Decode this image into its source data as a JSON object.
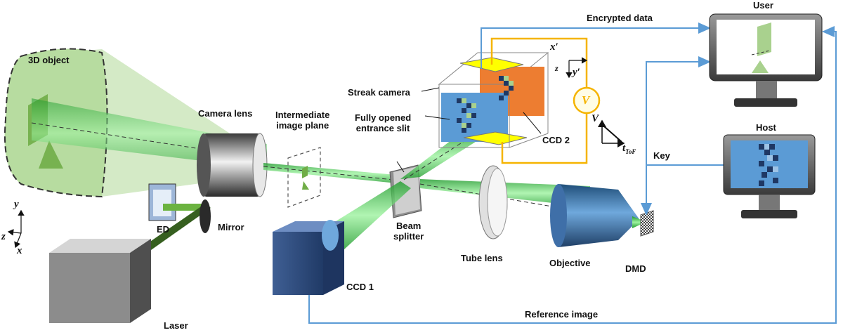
{
  "labels": {
    "object_3d": "3D object",
    "camera_lens": "Camera lens",
    "intermediate_plane": [
      "Intermediate",
      "image plane"
    ],
    "streak_camera": "Streak camera",
    "entrance_slit": [
      "Fully opened",
      "entrance slit"
    ],
    "ccd2": "CCD 2",
    "ccd1": "CCD 1",
    "beam_splitter": [
      "Beam",
      "splitter"
    ],
    "tube_lens": "Tube lens",
    "objective": "Objective",
    "dmd": "DMD",
    "mirror": "Mirror",
    "ed": "ED",
    "laser": "Laser",
    "user": "User",
    "host": "Host",
    "encrypted_data": "Encrypted data",
    "key": "Key",
    "reference_image": "Reference image"
  },
  "axes": {
    "y": "y",
    "z": "z",
    "x": "x",
    "x_prime": "x′",
    "y_prime": "y′",
    "z_small": "z",
    "v": "V",
    "t_tof": "t",
    "t_sub": "ToF",
    "voltmeter": "V"
  },
  "colors": {
    "beam": "#3cc24a",
    "link": "#5b9bd5",
    "wire": "#f5b400",
    "ccd_orange": "#ed7d31",
    "ccd_blue": "#5b9bd5",
    "plate_yellow": "#ffff00",
    "object_green": "#a9d18e"
  }
}
